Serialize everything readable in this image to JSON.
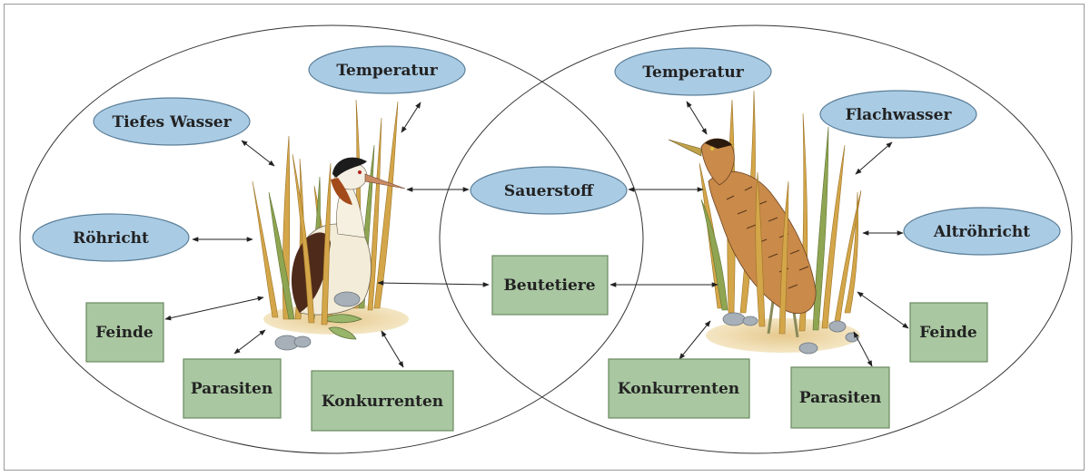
{
  "left_habitat": {
    "factors": {
      "temperatur": "Temperatur",
      "tiefes_wasser": "Tiefes Wasser",
      "roehricht": "Röhricht",
      "feinde": "Feinde",
      "parasiten": "Parasiten",
      "konkurrenten": "Konkurrenten"
    }
  },
  "shared": {
    "sauerstoff": "Sauerstoff",
    "beutetiere": "Beutetiere"
  },
  "right_habitat": {
    "factors": {
      "temperatur": "Temperatur",
      "flachwasser": "Flachwasser",
      "altroehricht": "Altröhricht",
      "feinde": "Feinde",
      "parasiten": "Parasiten",
      "konkurrenten": "Konkurrenten"
    }
  },
  "colors": {
    "abiotic_oval": "#a9cbe4",
    "biotic_box": "#a9c7a1",
    "reed": "#d4a64a",
    "reed_green": "#8fa552"
  },
  "icons": [
    "great-crested-grebe-illustration",
    "bittern-illustration",
    "reed-icon",
    "stone-icon"
  ]
}
